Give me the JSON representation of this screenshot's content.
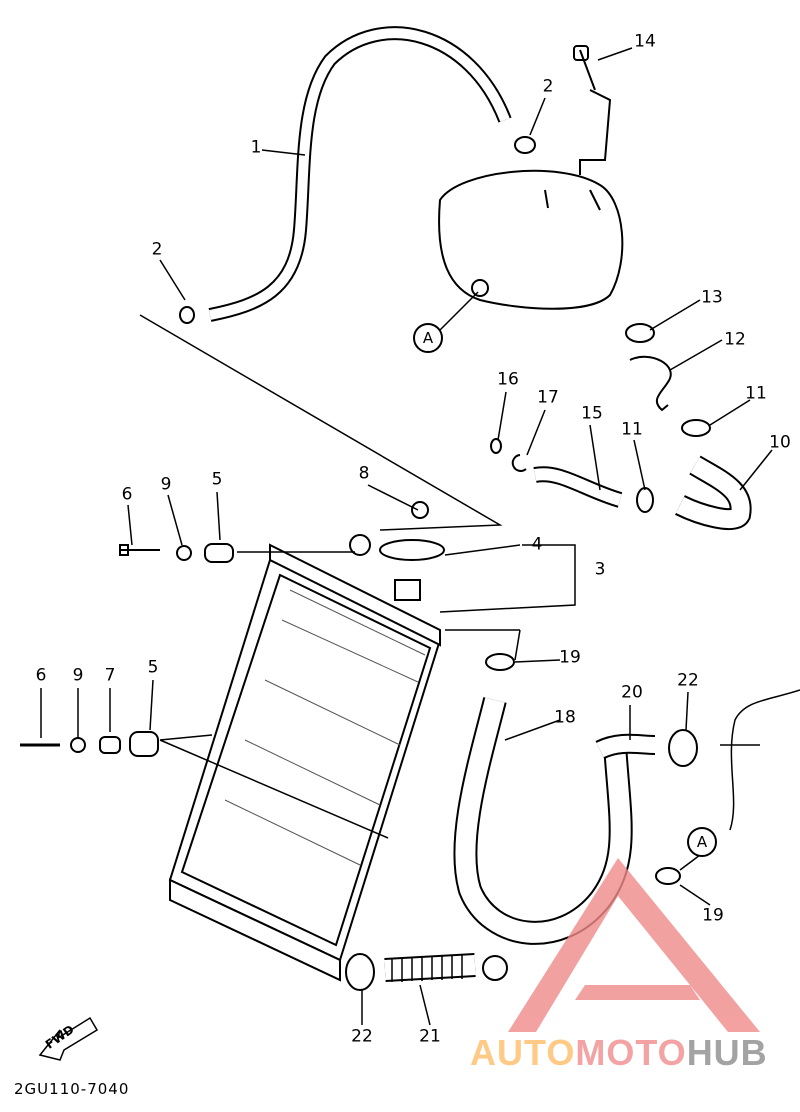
{
  "diagram": {
    "code": "2GU110-7040",
    "fwd_label": "FWD",
    "callouts": [
      "14",
      "2",
      "1",
      "2",
      "13",
      "12",
      "16",
      "17",
      "15",
      "11",
      "11",
      "10",
      "6",
      "9",
      "5",
      "8",
      "4",
      "3",
      "19",
      "6",
      "9",
      "7",
      "5",
      "20",
      "22",
      "18",
      "19",
      "22",
      "21"
    ],
    "ref_marks": [
      "A",
      "A"
    ]
  },
  "watermark": {
    "part1": "AUTO",
    "part2": "MOTO",
    "part3": "HUB",
    "colors": {
      "part1": "#ffc986",
      "part2": "#f3a3a3",
      "part3": "#a3a3a3",
      "triangle": "#f08a8a"
    }
  }
}
